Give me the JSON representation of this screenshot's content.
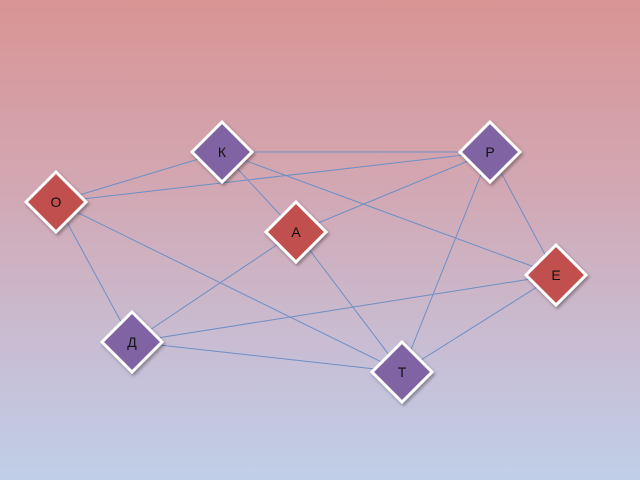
{
  "colors": {
    "red_node": "#c0504d",
    "purple_node": "#8064a2",
    "edge": "#6e8fc4"
  },
  "nodes": [
    {
      "id": "K",
      "label": "К",
      "color": "purple"
    },
    {
      "id": "P",
      "label": "Р",
      "color": "purple"
    },
    {
      "id": "O",
      "label": "О",
      "color": "red"
    },
    {
      "id": "A",
      "label": "А",
      "color": "red"
    },
    {
      "id": "E",
      "label": "Е",
      "color": "red"
    },
    {
      "id": "D",
      "label": "Д",
      "color": "purple"
    },
    {
      "id": "T",
      "label": "Т",
      "color": "purple"
    }
  ],
  "edges": [
    [
      "K",
      "P"
    ],
    [
      "K",
      "O"
    ],
    [
      "K",
      "A"
    ],
    [
      "K",
      "E"
    ],
    [
      "P",
      "O"
    ],
    [
      "P",
      "A"
    ],
    [
      "P",
      "E"
    ],
    [
      "P",
      "T"
    ],
    [
      "O",
      "D"
    ],
    [
      "O",
      "T"
    ],
    [
      "A",
      "D"
    ],
    [
      "A",
      "T"
    ],
    [
      "E",
      "D"
    ],
    [
      "E",
      "T"
    ],
    [
      "D",
      "T"
    ]
  ]
}
